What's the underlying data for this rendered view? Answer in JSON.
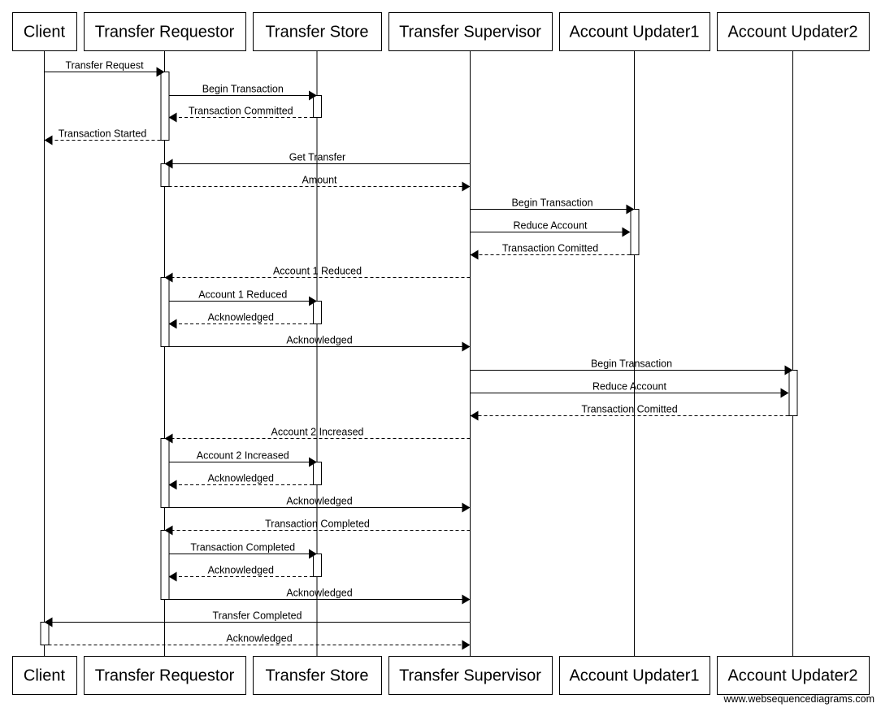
{
  "participants": [
    {
      "name": "Client"
    },
    {
      "name": "Transfer Requestor"
    },
    {
      "name": "Transfer Store"
    },
    {
      "name": "Transfer Supervisor"
    },
    {
      "name": "Account Updater1"
    },
    {
      "name": "Account Updater2"
    }
  ],
  "messages": [
    {
      "from": 0,
      "to": 1,
      "label": "Transfer Request",
      "style": "solid"
    },
    {
      "from": 1,
      "to": 2,
      "label": "Begin Transaction",
      "style": "solid"
    },
    {
      "from": 2,
      "to": 1,
      "label": "Transaction Committed",
      "style": "dashed"
    },
    {
      "from": 1,
      "to": 0,
      "label": "Transaction Started",
      "style": "dashed"
    },
    {
      "from": 3,
      "to": 1,
      "label": "Get Transfer",
      "style": "solid"
    },
    {
      "from": 1,
      "to": 3,
      "label": "Amount",
      "style": "dashed"
    },
    {
      "from": 3,
      "to": 4,
      "label": "Begin Transaction",
      "style": "solid"
    },
    {
      "from": 3,
      "to": 4,
      "label": "Reduce Account",
      "style": "solid"
    },
    {
      "from": 4,
      "to": 3,
      "label": "Transaction Comitted",
      "style": "dashed"
    },
    {
      "from": 3,
      "to": 1,
      "label": "Account 1 Reduced",
      "style": "dashed"
    },
    {
      "from": 1,
      "to": 2,
      "label": "Account 1 Reduced",
      "style": "solid"
    },
    {
      "from": 2,
      "to": 1,
      "label": "Acknowledged",
      "style": "dashed"
    },
    {
      "from": 1,
      "to": 3,
      "label": "Acknowledged",
      "style": "solid"
    },
    {
      "from": 3,
      "to": 5,
      "label": "Begin Transaction",
      "style": "solid"
    },
    {
      "from": 3,
      "to": 5,
      "label": "Reduce Account",
      "style": "solid"
    },
    {
      "from": 5,
      "to": 3,
      "label": "Transaction Comitted",
      "style": "dashed"
    },
    {
      "from": 3,
      "to": 1,
      "label": "Account 2 Increased",
      "style": "dashed"
    },
    {
      "from": 1,
      "to": 2,
      "label": "Account 2 Increased",
      "style": "solid"
    },
    {
      "from": 2,
      "to": 1,
      "label": "Acknowledged",
      "style": "dashed"
    },
    {
      "from": 1,
      "to": 3,
      "label": "Acknowledged",
      "style": "solid"
    },
    {
      "from": 3,
      "to": 1,
      "label": "Transaction Completed",
      "style": "dashed"
    },
    {
      "from": 1,
      "to": 2,
      "label": "Transaction Completed",
      "style": "solid"
    },
    {
      "from": 2,
      "to": 1,
      "label": "Acknowledged",
      "style": "dashed"
    },
    {
      "from": 1,
      "to": 3,
      "label": "Acknowledged",
      "style": "solid"
    },
    {
      "from": 3,
      "to": 0,
      "label": "Transfer Completed",
      "style": "solid"
    },
    {
      "from": 0,
      "to": 3,
      "label": "Acknowledged",
      "style": "dashed"
    }
  ],
  "activations": [
    {
      "participant": 1,
      "start": 0,
      "end": 3
    },
    {
      "participant": 2,
      "start": 1,
      "end": 2
    },
    {
      "participant": 1,
      "start": 4,
      "end": 5
    },
    {
      "participant": 4,
      "start": 6,
      "end": 8
    },
    {
      "participant": 1,
      "start": 9,
      "end": 12
    },
    {
      "participant": 2,
      "start": 10,
      "end": 11
    },
    {
      "participant": 5,
      "start": 13,
      "end": 15
    },
    {
      "participant": 1,
      "start": 16,
      "end": 19
    },
    {
      "participant": 2,
      "start": 17,
      "end": 18
    },
    {
      "participant": 1,
      "start": 20,
      "end": 23
    },
    {
      "participant": 2,
      "start": 21,
      "end": 22
    },
    {
      "participant": 0,
      "start": 24,
      "end": 25
    }
  ],
  "watermark": "www.websequencediagrams.com"
}
